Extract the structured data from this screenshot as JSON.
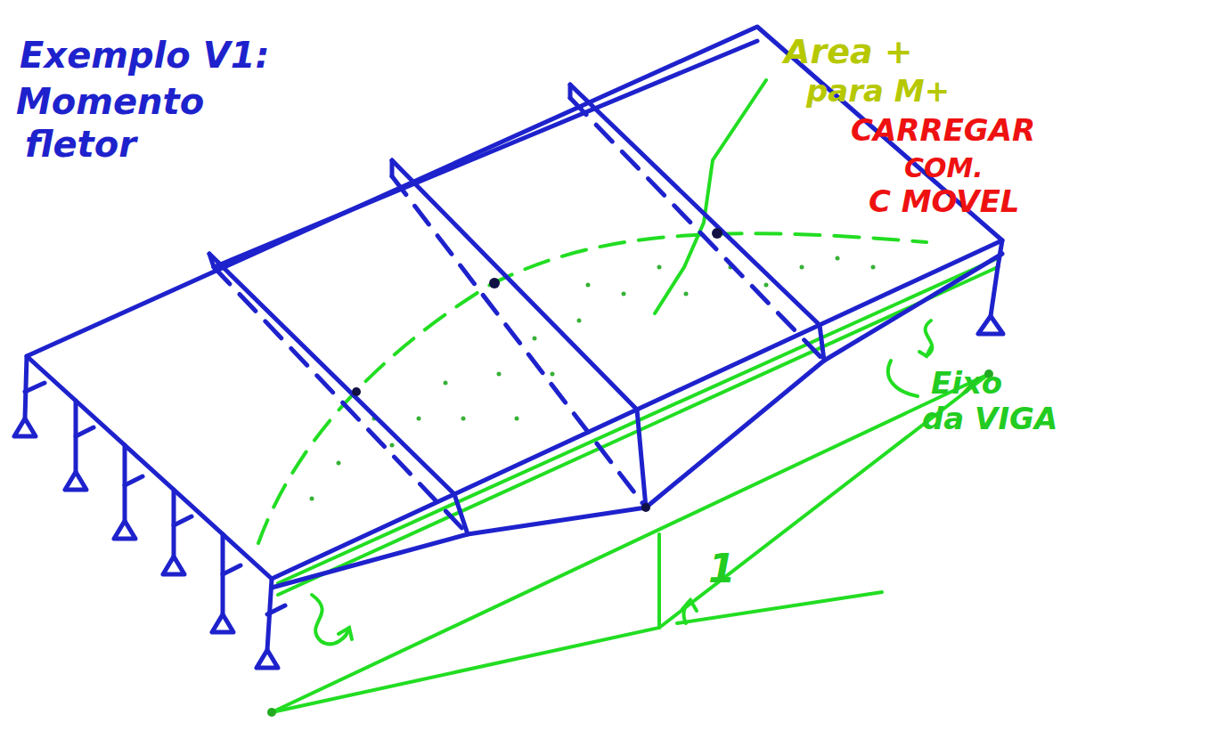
{
  "diagram": {
    "labels": [
      "Exemplo V1:",
      "Momento",
      "fletor",
      "Area +",
      "para M+",
      "CARREGAR",
      "COM.",
      "C MOVEL",
      "Eixo",
      "da VIGA",
      "1"
    ]
  }
}
